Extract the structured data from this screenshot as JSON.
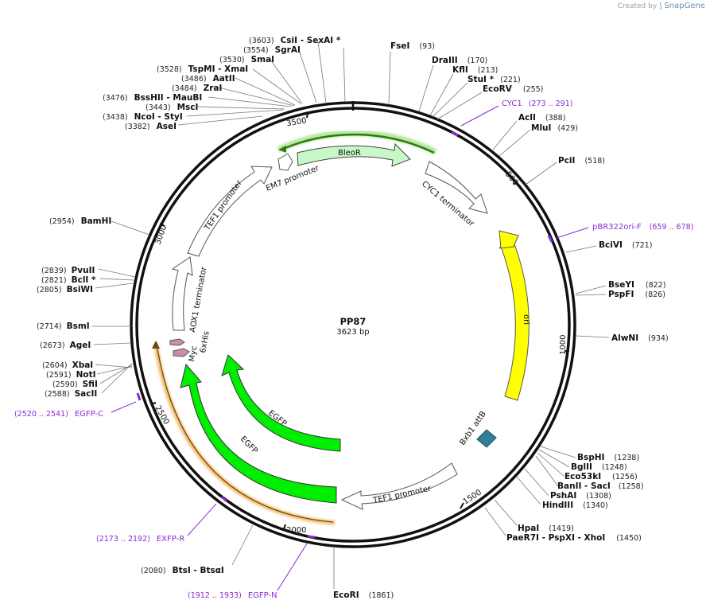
{
  "credit": {
    "prefix": "Created by",
    "brand": "SnapGene"
  },
  "plasmid": {
    "name": "PP87",
    "length": 3623,
    "length_label": "3623 bp"
  },
  "ticks": [
    "500",
    "1000",
    "1500",
    "2000",
    "2500",
    "3000",
    "3500"
  ],
  "colors": {
    "backbone": "#111111",
    "primer": "#8a2bd1",
    "ori": "#ffff00",
    "egfp": "#00ee00",
    "bleor": "#c8f7c8",
    "bleor_glow": "#5aa02c",
    "egfp_glow": "#e0a040",
    "tag": "#c98fa4",
    "attb": "#2f7f99",
    "outline_feature": "#ffffff"
  },
  "enzymes": [
    {
      "name": "FseI",
      "pos": "(93)",
      "label": "FseI",
      "site": 93
    },
    {
      "name": "DraIII",
      "pos": "(170)",
      "label": "DraIII",
      "site": 170
    },
    {
      "name": "KflI",
      "pos": "(213)",
      "label": "KflI",
      "site": 213
    },
    {
      "name": "StuI *",
      "pos": "(221)",
      "label": "StuI *",
      "site": 221
    },
    {
      "name": "EcoRV",
      "pos": "(255)",
      "label": "EcoRV",
      "site": 255
    },
    {
      "name": "AclI",
      "pos": "(388)",
      "label": "AclI",
      "site": 388
    },
    {
      "name": "MluI",
      "pos": "(429)",
      "label": "MluI",
      "site": 429
    },
    {
      "name": "PciI",
      "pos": "(518)",
      "label": "PciI",
      "site": 518
    },
    {
      "name": "BciVI",
      "pos": "(721)",
      "label": "BciVI",
      "site": 721
    },
    {
      "name": "BseYI",
      "pos": "(822)",
      "label": "BseYI",
      "site": 822
    },
    {
      "name": "PspFI",
      "pos": "(826)",
      "label": "PspFI",
      "site": 826
    },
    {
      "name": "AlwNI",
      "pos": "(934)",
      "label": "AlwNI",
      "site": 934
    },
    {
      "name": "BspHI",
      "pos": "(1238)",
      "label": "BspHI",
      "site": 1238
    },
    {
      "name": "BglII",
      "pos": "(1248)",
      "label": "BglII",
      "site": 1248
    },
    {
      "name": "Eco53kI",
      "pos": "(1256)",
      "label": "Eco53kI",
      "site": 1256
    },
    {
      "name": "BanII - SacI",
      "pos": "(1258)",
      "label": "BanII  - SacI",
      "site": 1258
    },
    {
      "name": "PshAI",
      "pos": "(1308)",
      "label": "PshAI",
      "site": 1308
    },
    {
      "name": "HindIII",
      "pos": "(1340)",
      "label": "HindIII",
      "site": 1340
    },
    {
      "name": "HpaI",
      "pos": "(1419)",
      "label": "HpaI",
      "site": 1419
    },
    {
      "name": "PaeR7I - PspXI - XhoI",
      "pos": "(1450)",
      "label": "PaeR7I  - PspXI  - XhoI",
      "site": 1450
    },
    {
      "name": "EcoRI",
      "pos": "(1861)",
      "label": "EcoRI",
      "site": 1861
    },
    {
      "name": "BtsI - BtsαI",
      "pos": "(2080)",
      "label": "BtsI  - BtsαI",
      "site": 2080
    },
    {
      "name": "SacII",
      "pos": "(2588)",
      "label": "SacII",
      "site": 2588
    },
    {
      "name": "SfiI",
      "pos": "(2590)",
      "label": "SfiI",
      "site": 2590
    },
    {
      "name": "NotI",
      "pos": "(2591)",
      "label": "NotI",
      "site": 2591
    },
    {
      "name": "XbaI",
      "pos": "(2604)",
      "label": "XbaI",
      "site": 2604
    },
    {
      "name": "AgeI",
      "pos": "(2673)",
      "label": "AgeI",
      "site": 2673
    },
    {
      "name": "BsmI",
      "pos": "(2714)",
      "label": "BsmI",
      "site": 2714
    },
    {
      "name": "BsiWI",
      "pos": "(2805)",
      "label": "BsiWI",
      "site": 2805
    },
    {
      "name": "BclI *",
      "pos": "(2821)",
      "label": "BclI *",
      "site": 2821
    },
    {
      "name": "PvuII",
      "pos": "(2839)",
      "label": "PvuII",
      "site": 2839
    },
    {
      "name": "BamHI",
      "pos": "(2954)",
      "label": "BamHI",
      "site": 2954
    },
    {
      "name": "AseI",
      "pos": "(3382)",
      "label": "AseI",
      "site": 3382
    },
    {
      "name": "NcoI - StyI",
      "pos": "(3438)",
      "label": "NcoI  - StyI",
      "site": 3438
    },
    {
      "name": "MscI",
      "pos": "(3443)",
      "label": "MscI",
      "site": 3443
    },
    {
      "name": "BssHII - MauBI",
      "pos": "(3476)",
      "label": "BssHII  - MauBI",
      "site": 3476
    },
    {
      "name": "ZraI",
      "pos": "(3484)",
      "label": "ZraI",
      "site": 3484
    },
    {
      "name": "AatII",
      "pos": "(3486)",
      "label": "AatII",
      "site": 3486
    },
    {
      "name": "TspMI - XmaI",
      "pos": "(3528)",
      "label": "TspMI  - XmaI",
      "site": 3528
    },
    {
      "name": "SmaI",
      "pos": "(3530)",
      "label": "SmaI",
      "site": 3530
    },
    {
      "name": "SgrAI",
      "pos": "(3554)",
      "label": "SgrAI",
      "site": 3554
    },
    {
      "name": "CsiI - SexAI *",
      "pos": "(3603)",
      "label": "CsiI  - SexAI *",
      "site": 3603
    }
  ],
  "primers": [
    {
      "name": "CYC1",
      "range": "(273 .. 291)"
    },
    {
      "name": "pBR322ori-F",
      "range": "(659 .. 678)"
    },
    {
      "name": "EGFP-C",
      "range": "(2520 .. 2541)"
    },
    {
      "name": "EXFP-R",
      "range": "(2173 .. 2192)"
    },
    {
      "name": "EGFP-N",
      "range": "(1912 .. 1933)"
    }
  ],
  "features": [
    {
      "name": "BleoR"
    },
    {
      "name": "EM7 promoter"
    },
    {
      "name": "CYC1 terminator"
    },
    {
      "name": "ori"
    },
    {
      "name": "Bxb1 attB"
    },
    {
      "name": "TEF1 promoter"
    },
    {
      "name": "EGFP"
    },
    {
      "name": "EGFP"
    },
    {
      "name": "Myc"
    },
    {
      "name": "6xHis"
    },
    {
      "name": "AOX1 terminator"
    },
    {
      "name": "TEF1 promoter"
    }
  ]
}
